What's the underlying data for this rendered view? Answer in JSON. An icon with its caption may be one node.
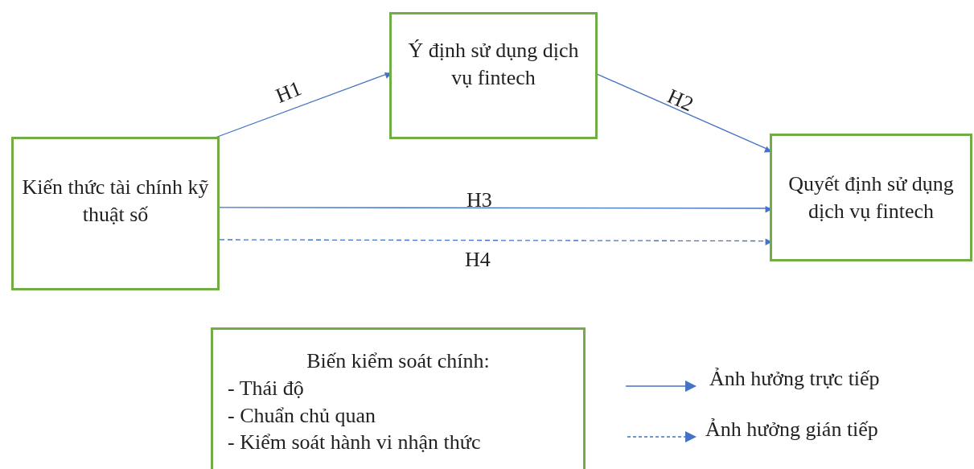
{
  "diagram": {
    "nodes": [
      {
        "text": [
          "Kiến thức tài chính kỹ thuật số"
        ]
      },
      {
        "text": [
          "Ý định sử dụng dịch vụ fintech"
        ]
      },
      {
        "text": [
          "Quyết định sử dụng dịch vụ fintech"
        ]
      },
      {
        "text": [
          "Biến kiểm soát chính:",
          "- Thái độ",
          "- Chuẩn chủ quan",
          "- Kiểm soát hành vi nhận thức"
        ]
      }
    ],
    "edges": [
      {
        "from": 0,
        "to": 1,
        "arrow": "to",
        "label": "H1"
      },
      {
        "from": 1,
        "to": 2,
        "arrow": "to",
        "label": "H2"
      },
      {
        "from": 0,
        "to": 2,
        "arrow": "to",
        "label": "H3"
      },
      {
        "from": 0,
        "to": 2,
        "arrow": "to",
        "label": "H4",
        "style": "dashed"
      }
    ],
    "legend": [
      {
        "text": "Ảnh hưởng trực tiếp"
      },
      {
        "text": "Ảnh hưởng gián tiếp"
      }
    ]
  }
}
